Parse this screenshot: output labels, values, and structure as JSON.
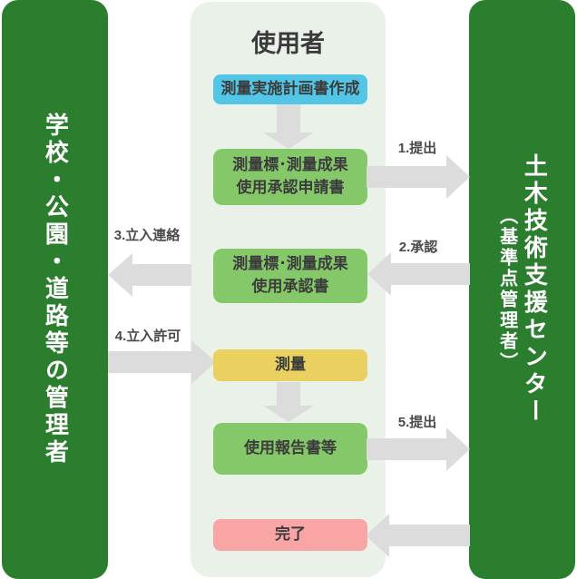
{
  "diagram": {
    "left_column": {
      "label": "学校・公園・道路等の管理者"
    },
    "right_column": {
      "label_main": "土木技術支援センター",
      "label_sub": "（基準点管理者）"
    },
    "center_panel": {
      "title": "使用者",
      "boxes": {
        "plan": {
          "label": "測量実施計画書作成"
        },
        "application": {
          "line1": "測量標･測量成果",
          "line2": "使用承認申請書"
        },
        "approval_doc": {
          "line1": "測量標･測量成果",
          "line2": "使用承認書"
        },
        "survey": {
          "label": "測量"
        },
        "report": {
          "label": "使用報告書等"
        },
        "complete": {
          "label": "完了"
        }
      }
    },
    "arrow_labels": {
      "submit_1": "1.提出",
      "approve_2": "2.承認",
      "entry_notice_3": "3.立入連絡",
      "entry_permit_4": "4.立入許可",
      "submit_5": "5.提出"
    },
    "colors": {
      "column_green": "#2c7e2f",
      "panel_bg": "#e9f1e9",
      "box_blue": "#53c6e8",
      "box_green": "#85c86a",
      "box_yellow": "#ead05f",
      "box_pink": "#f9a5a5",
      "arrow_gray": "#dcdcdc",
      "text_dark": "#3c3c3c",
      "text_white": "#ffffff"
    }
  }
}
